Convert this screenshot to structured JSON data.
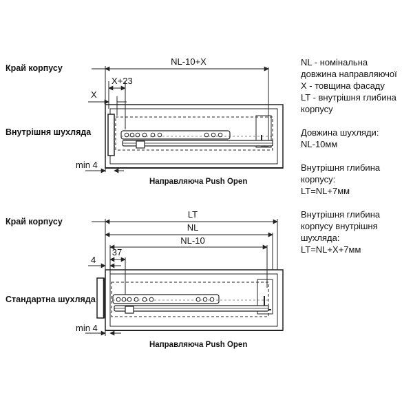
{
  "diagram1": {
    "label_edge": "Край корпусу",
    "label_drawer": "Внутрішня шухляда",
    "dim_total": "NL-10+X",
    "dim_x23": "X+23",
    "dim_x": "X",
    "dim_min": "min 4",
    "caption": "Направляюча Push Open"
  },
  "diagram2": {
    "label_edge": "Край корпусу",
    "label_drawer": "Стандартна шухляда",
    "dim_lt": "LT",
    "dim_nl": "NL",
    "dim_nl10": "NL-10",
    "dim_37": "37",
    "dim_4": "4",
    "dim_min": "min 4",
    "caption": "Направляюча Push Open"
  },
  "notes": {
    "legend": "NL - номінальна\nдовжина направляючої\nX - товщина фасаду\nLT - внутрішня глибина\nкорпусу",
    "drawer_length": "Довжина шухляди:\nNL-10мм",
    "depth": "Внутрішня глибина\nкорпусу:\nLT=NL+7мм",
    "depth_inner": "Внутрішня глибина\nкорпусу внутрішня\nшухляда:\nLT=NL+X+7мм"
  },
  "colors": {
    "line": "#222222",
    "hole_fill": "#ffffff",
    "bg": "#ffffff"
  }
}
